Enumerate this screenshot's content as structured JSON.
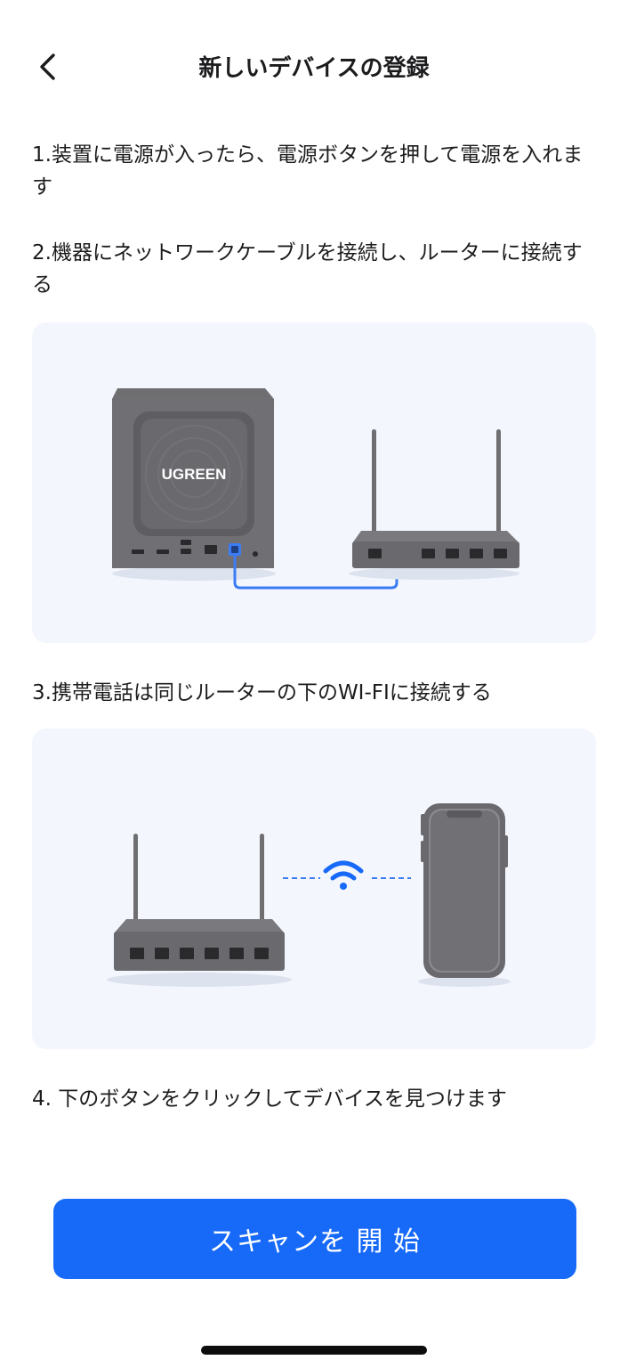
{
  "header": {
    "title": "新しいデバイスの登録",
    "back_icon": "chevron-left-icon"
  },
  "steps": [
    {
      "text": "1.装置に電源が入ったら、電源ボタンを押して電源を入れます"
    },
    {
      "text": "2.機器にネットワークケーブルを接続し、ルーターに接続する"
    },
    {
      "text": "3.携帯電話は同じルーターの下のWI-FIに接続する"
    },
    {
      "text": "4. 下のボタンをクリックしてデバイスを見つけます"
    }
  ],
  "illustration1": {
    "device_brand": "UGREEN",
    "icons": [
      "nas-device-icon",
      "ethernet-cable-icon",
      "router-icon"
    ]
  },
  "illustration2": {
    "icons": [
      "router-icon",
      "wifi-icon",
      "smartphone-icon"
    ]
  },
  "scan_button": {
    "label": "スキャンを 開 始"
  },
  "colors": {
    "accent": "#1769f8",
    "card_bg": "#f3f6fd",
    "device_gray": "#6f6f72",
    "cable_blue": "#3b7cf5"
  }
}
